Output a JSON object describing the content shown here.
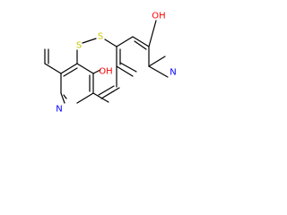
{
  "molecule": {
    "colors": {
      "bond": "#000000",
      "oxygen": "#ff0000",
      "nitrogen": "#0000ff",
      "sulfur": "#c6c600"
    },
    "atom_labels": [
      {
        "id": "s1",
        "text": "S",
        "element": "sulfur"
      },
      {
        "id": "s2",
        "text": "S",
        "element": "sulfur"
      },
      {
        "id": "oh-left",
        "text": "OH",
        "element": "oxygen"
      },
      {
        "id": "oh-right",
        "text": "OH",
        "element": "oxygen"
      },
      {
        "id": "n-left",
        "text": "N",
        "element": "nitrogen"
      },
      {
        "id": "n-right",
        "text": "N",
        "element": "nitrogen"
      }
    ]
  }
}
